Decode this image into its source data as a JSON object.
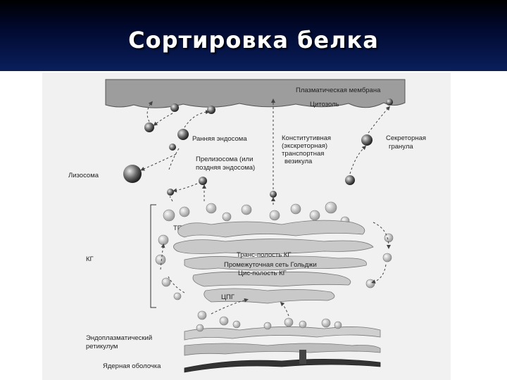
{
  "slide": {
    "title": "Сортировка белка"
  },
  "diagram": {
    "labels": {
      "plasma_membrane": "Плазматическая мембрана",
      "cytosol": "Цитозоль",
      "early_endosome": "Ранняя эндосома",
      "constitutive_vesicle_1": "Конститутивная",
      "constitutive_vesicle_2": "(экскреторная)",
      "constitutive_vesicle_3": "транспортная",
      "constitutive_vesicle_4": "везикула",
      "secretory_granule_1": "Секреторная",
      "secretory_granule_2": "гранула",
      "prelysosome_1": "Прелизосома (или",
      "prelysosome_2": "поздняя эндосома)",
      "lysosome": "Лизосома",
      "tgn": "ТПГ",
      "golgi_complex": "КГ",
      "trans_golgi": "Транс-полость КГ",
      "medial_golgi": "Промежуточная сеть Гольджи",
      "cis_golgi": "Цис-полость КГ",
      "cgn": "ЦПГ",
      "er_1": "Эндоплазматический",
      "er_2": "ретикулум",
      "nuclear_envelope": "Ядерная оболочка"
    }
  }
}
